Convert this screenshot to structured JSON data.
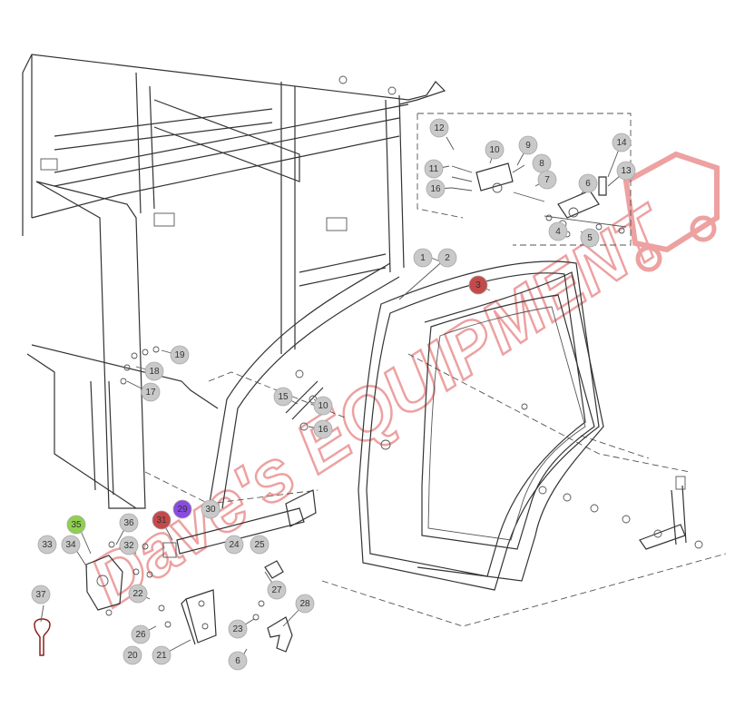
{
  "watermark": {
    "text": "Dave's EQUIPMENT",
    "color": "#e05555"
  },
  "colors": {
    "callout_default": "#c9c9c9",
    "callout_highlight_red": "#c44a4a",
    "callout_highlight_green": "#8fd14f",
    "callout_highlight_purple": "#8a4be0"
  },
  "callouts": [
    {
      "label": "12",
      "tone": "default"
    },
    {
      "label": "10",
      "tone": "default"
    },
    {
      "label": "9",
      "tone": "default"
    },
    {
      "label": "14",
      "tone": "default"
    },
    {
      "label": "8",
      "tone": "default"
    },
    {
      "label": "11",
      "tone": "default"
    },
    {
      "label": "7",
      "tone": "default"
    },
    {
      "label": "13",
      "tone": "default"
    },
    {
      "label": "16",
      "tone": "default"
    },
    {
      "label": "6",
      "tone": "default"
    },
    {
      "label": "4",
      "tone": "default"
    },
    {
      "label": "5",
      "tone": "default"
    },
    {
      "label": "1",
      "tone": "default"
    },
    {
      "label": "2",
      "tone": "default"
    },
    {
      "label": "3",
      "tone": "red"
    },
    {
      "label": "19",
      "tone": "default"
    },
    {
      "label": "18",
      "tone": "default"
    },
    {
      "label": "17",
      "tone": "default"
    },
    {
      "label": "15",
      "tone": "default"
    },
    {
      "label": "10",
      "tone": "default"
    },
    {
      "label": "16",
      "tone": "default"
    },
    {
      "label": "29",
      "tone": "purple"
    },
    {
      "label": "30",
      "tone": "default"
    },
    {
      "label": "35",
      "tone": "green"
    },
    {
      "label": "36",
      "tone": "default"
    },
    {
      "label": "31",
      "tone": "red"
    },
    {
      "label": "33",
      "tone": "default"
    },
    {
      "label": "34",
      "tone": "default"
    },
    {
      "label": "32",
      "tone": "default"
    },
    {
      "label": "24",
      "tone": "default"
    },
    {
      "label": "25",
      "tone": "default"
    },
    {
      "label": "37",
      "tone": "default"
    },
    {
      "label": "22",
      "tone": "default"
    },
    {
      "label": "27",
      "tone": "default"
    },
    {
      "label": "28",
      "tone": "default"
    },
    {
      "label": "26",
      "tone": "default"
    },
    {
      "label": "23",
      "tone": "default"
    },
    {
      "label": "20",
      "tone": "default"
    },
    {
      "label": "21",
      "tone": "default"
    },
    {
      "label": "6",
      "tone": "default"
    }
  ]
}
